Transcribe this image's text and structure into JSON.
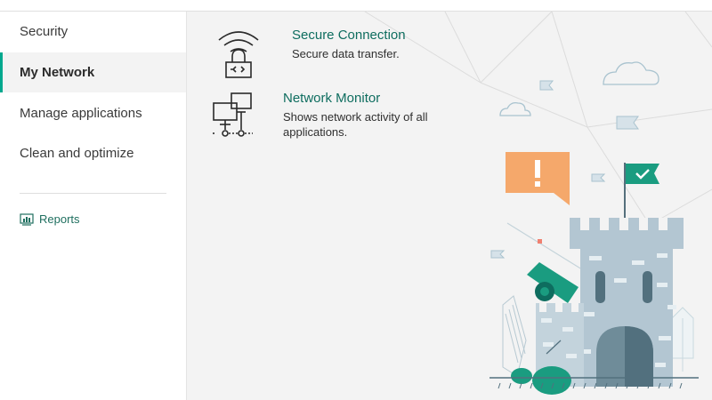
{
  "sidebar": {
    "items": [
      {
        "label": "Security",
        "active": false
      },
      {
        "label": "My Network",
        "active": true
      },
      {
        "label": "Manage applications",
        "active": false
      },
      {
        "label": "Clean and optimize",
        "active": false
      }
    ],
    "reports_label": "Reports",
    "reports_icon": "bar-chart-icon"
  },
  "features": [
    {
      "title": "Secure Connection",
      "description": "Secure data transfer.",
      "icon": "wifi-lock-icon"
    },
    {
      "title": "Network Monitor",
      "description": "Shows network activity of all applications.",
      "icon": "network-monitor-icon"
    }
  ],
  "illustration": {
    "alert_symbol": "!",
    "colors": {
      "accent": "#00a88e",
      "castle": "#b3c6d2",
      "door": "#52707e",
      "alert": "#f5a86b",
      "cannon": "#1a9c80"
    }
  }
}
